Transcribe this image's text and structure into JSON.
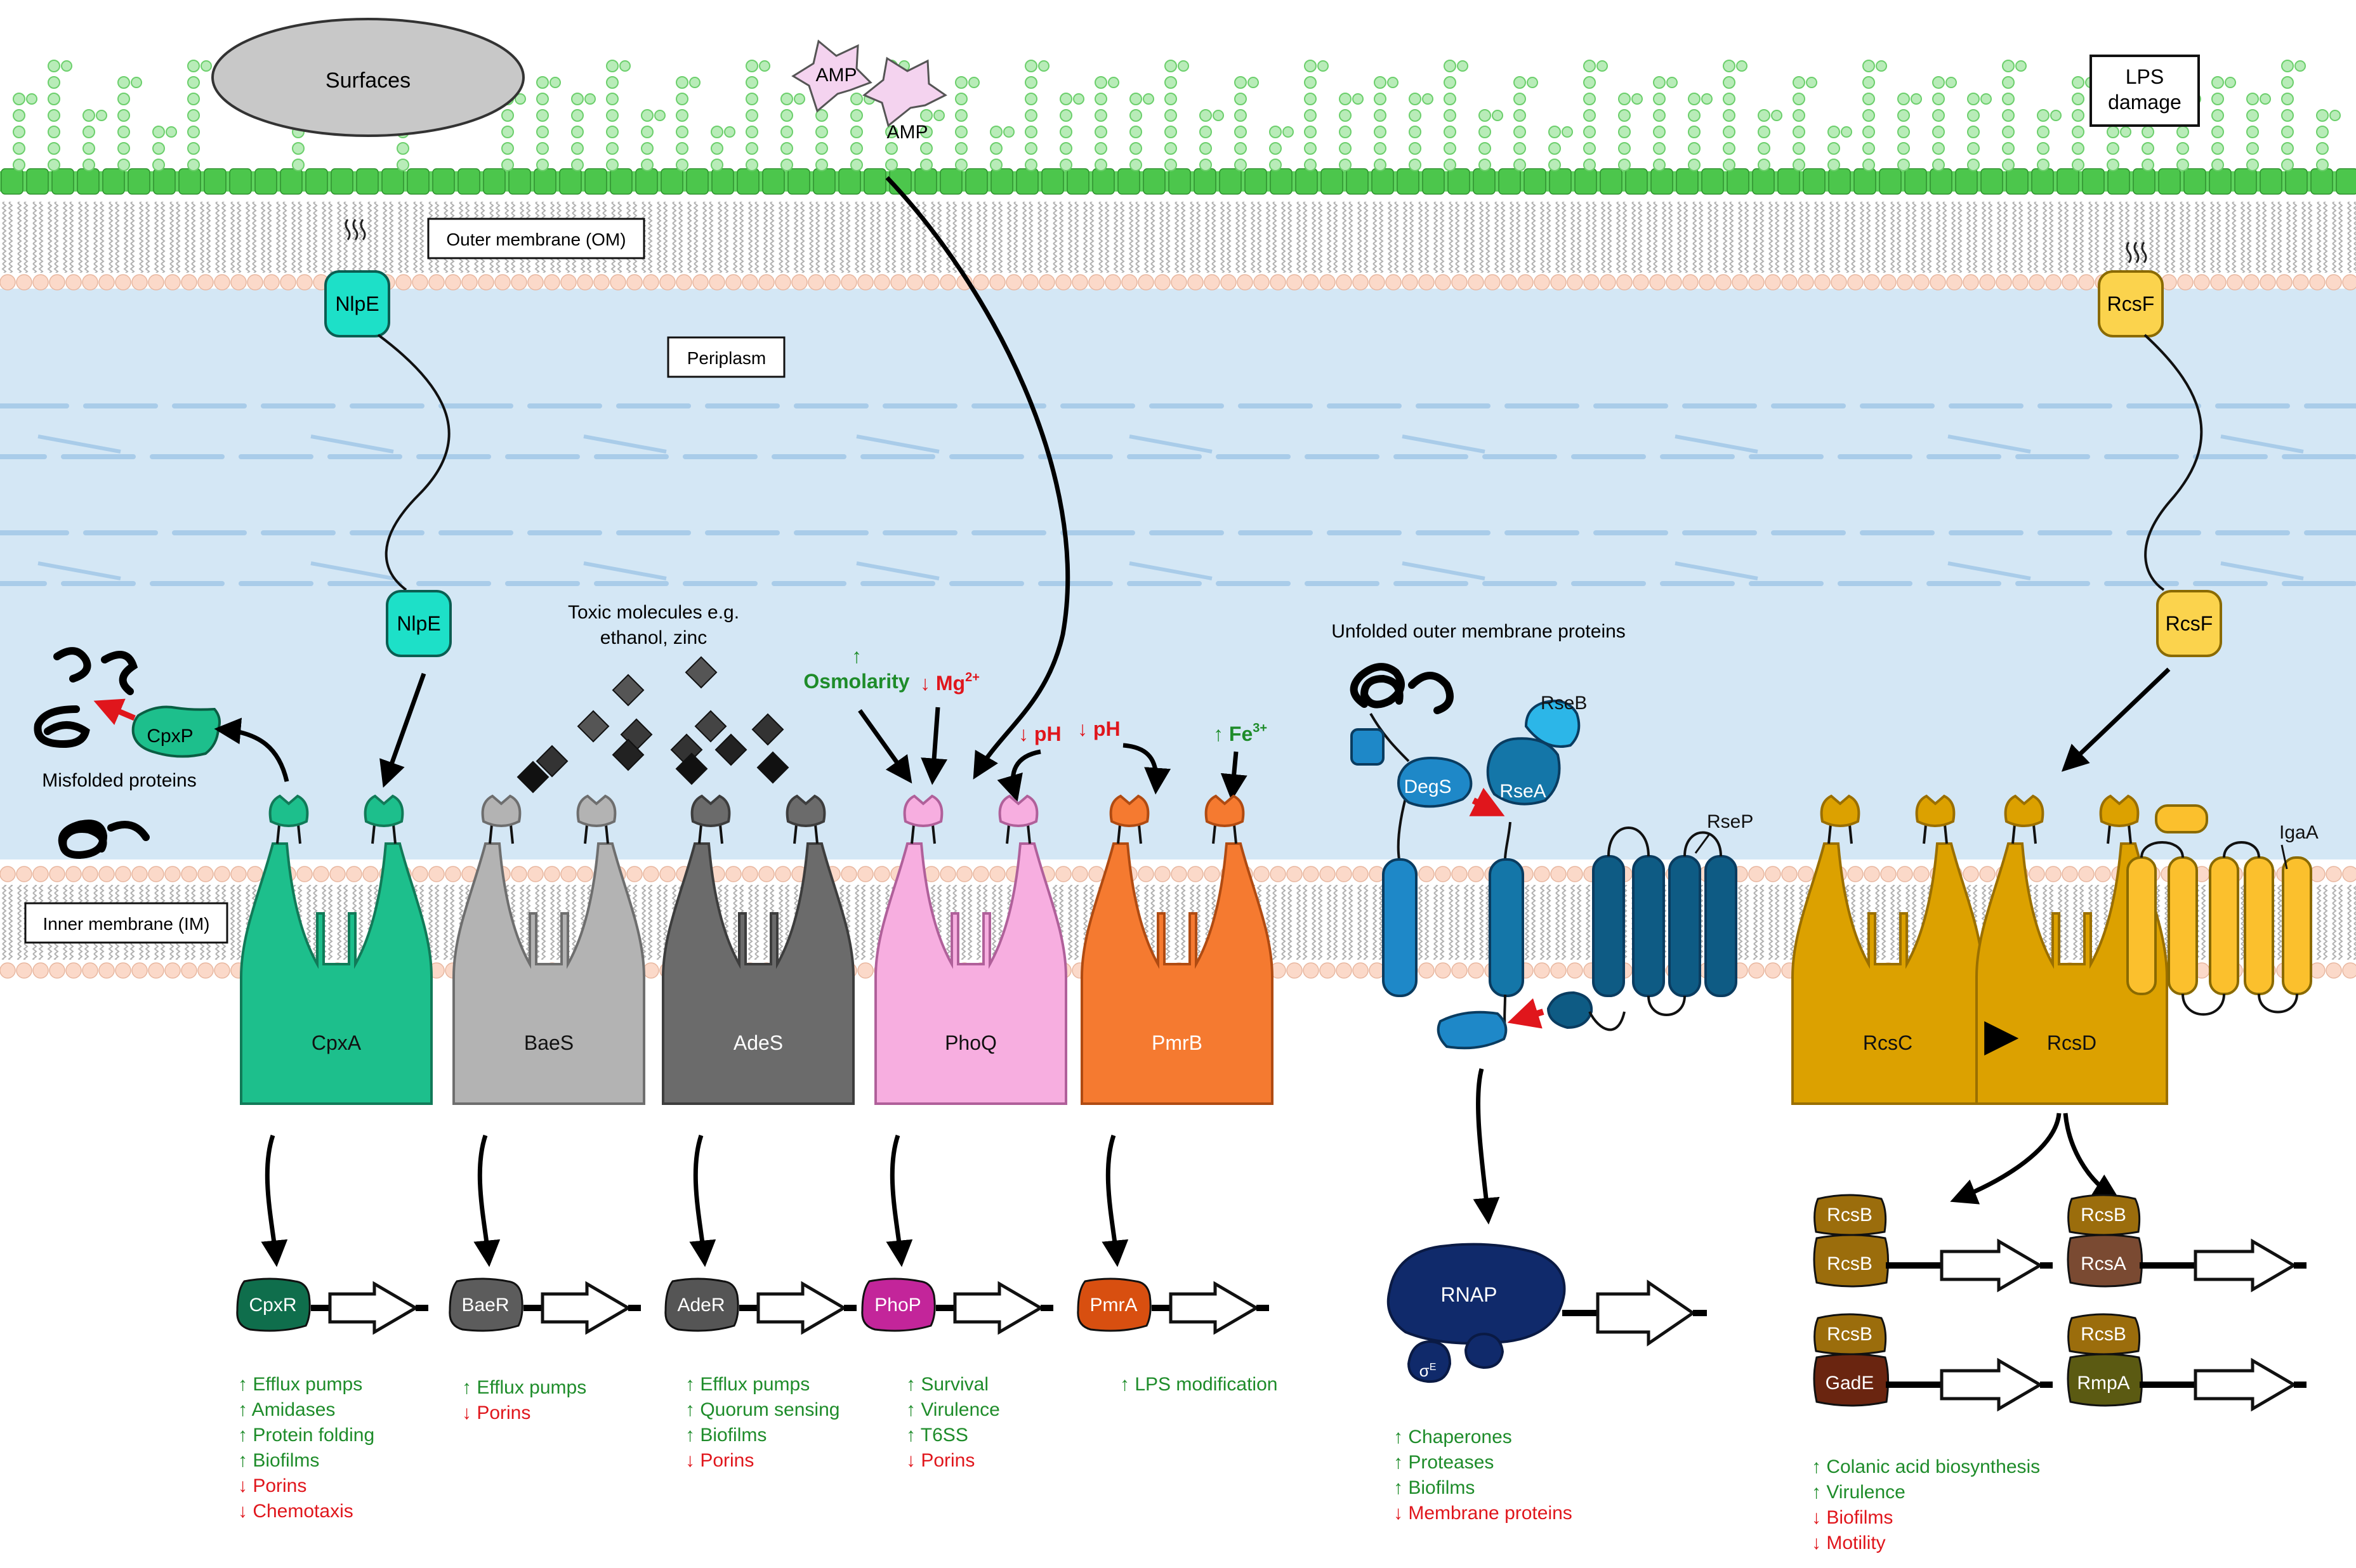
{
  "labels": {
    "surfaces": "Surfaces",
    "amp": "AMP",
    "lps_damage_1": "LPS",
    "lps_damage_2": "damage",
    "outer_membrane": "Outer membrane (OM)",
    "periplasm": "Periplasm",
    "inner_membrane": "Inner membrane (IM)",
    "nlpe": "NlpE",
    "rcsf": "RcsF",
    "cpxp": "CpxP",
    "misfolded": "Misfolded proteins",
    "toxic_1": "Toxic molecules e.g.",
    "toxic_2": "ethanol, zinc",
    "osmolarity_arrow": "↑",
    "osmolarity": "Osmolarity",
    "mg": "↓ Mg",
    "mg_sup": "2+",
    "ph": "↓ pH",
    "fe": "↑ Fe",
    "fe_sup": "3+",
    "unfolded": "Unfolded outer membrane proteins",
    "rseb": "RseB",
    "rsea": "RseA",
    "degs": "DegS",
    "rsep": "RseP",
    "igaa": "IgaA",
    "rnap": "RNAP",
    "sigma": "σ",
    "sigma_sup": "E"
  },
  "kinases": [
    {
      "name": "CpxA",
      "color": "#1dbf8c",
      "stroke": "#117a58"
    },
    {
      "name": "BaeS",
      "color": "#b3b3b3",
      "stroke": "#6e6e6e"
    },
    {
      "name": "AdeS",
      "color": "#6b6b6b",
      "stroke": "#3d3d3d"
    },
    {
      "name": "PhoQ",
      "color": "#f7aee0",
      "stroke": "#b0609a"
    },
    {
      "name": "PmrB",
      "color": "#f57a30",
      "stroke": "#b04b12"
    },
    {
      "name": "RcsC",
      "color": "#dca100",
      "stroke": "#9a6f00"
    },
    {
      "name": "RcsD",
      "color": "#dca100",
      "stroke": "#9a6f00"
    }
  ],
  "regulators": [
    {
      "name": "CpxR",
      "color": "#0f6e4c"
    },
    {
      "name": "BaeR",
      "color": "#5c5c5c"
    },
    {
      "name": "AdeR",
      "color": "#555555"
    },
    {
      "name": "PhoP",
      "color": "#c3259a"
    },
    {
      "name": "PmrA",
      "color": "#d84f10"
    }
  ],
  "rcs_complexes": [
    {
      "top": "RcsB",
      "bottom": "RcsB",
      "bottom_color": "#9b6d0c"
    },
    {
      "top": "RcsB",
      "bottom": "RcsA",
      "bottom_color": "#7a4a32"
    },
    {
      "top": "RcsB",
      "bottom": "GadE",
      "bottom_color": "#6a2510"
    },
    {
      "top": "RcsB",
      "bottom": "RmpA",
      "bottom_color": "#5b5a12"
    }
  ],
  "outcomes": [
    {
      "id": "cpx",
      "items": [
        {
          "dir": "up",
          "text": "↑ Efflux pumps"
        },
        {
          "dir": "up",
          "text": "↑ Amidases"
        },
        {
          "dir": "up",
          "text": "↑ Protein folding"
        },
        {
          "dir": "up",
          "text": "↑ Biofilms"
        },
        {
          "dir": "down",
          "text": "↓ Porins"
        },
        {
          "dir": "down",
          "text": "↓ Chemotaxis"
        }
      ]
    },
    {
      "id": "bae",
      "items": [
        {
          "dir": "up",
          "text": "↑ Efflux pumps"
        },
        {
          "dir": "down",
          "text": "↓ Porins"
        }
      ]
    },
    {
      "id": "ade",
      "items": [
        {
          "dir": "up",
          "text": "↑ Efflux pumps"
        },
        {
          "dir": "up",
          "text": "↑ Quorum sensing"
        },
        {
          "dir": "up",
          "text": "↑ Biofilms"
        },
        {
          "dir": "down",
          "text": "↓ Porins"
        }
      ]
    },
    {
      "id": "pho",
      "items": [
        {
          "dir": "up",
          "text": "↑ Survival"
        },
        {
          "dir": "up",
          "text": "↑ Virulence"
        },
        {
          "dir": "up",
          "text": "↑ T6SS"
        },
        {
          "dir": "down",
          "text": "↓ Porins"
        }
      ]
    },
    {
      "id": "pmr",
      "items": [
        {
          "dir": "up",
          "text": "↑ LPS modification"
        }
      ]
    },
    {
      "id": "sigma",
      "items": [
        {
          "dir": "up",
          "text": "↑ Chaperones"
        },
        {
          "dir": "up",
          "text": "↑ Proteases"
        },
        {
          "dir": "up",
          "text": "↑ Biofilms"
        },
        {
          "dir": "down",
          "text": "↓ Membrane proteins"
        }
      ]
    },
    {
      "id": "rcs",
      "items": [
        {
          "dir": "up",
          "text": "↑ Colanic acid biosynthesis"
        },
        {
          "dir": "up",
          "text": "↑ Virulence"
        },
        {
          "dir": "down",
          "text": "↓ Biofilms"
        },
        {
          "dir": "down",
          "text": "↓ Motility"
        }
      ]
    }
  ],
  "colors": {
    "up": "#1e8c2a",
    "down": "#e0161c",
    "periplasm": "#d4e7f5",
    "lps": "#5dd45d"
  }
}
